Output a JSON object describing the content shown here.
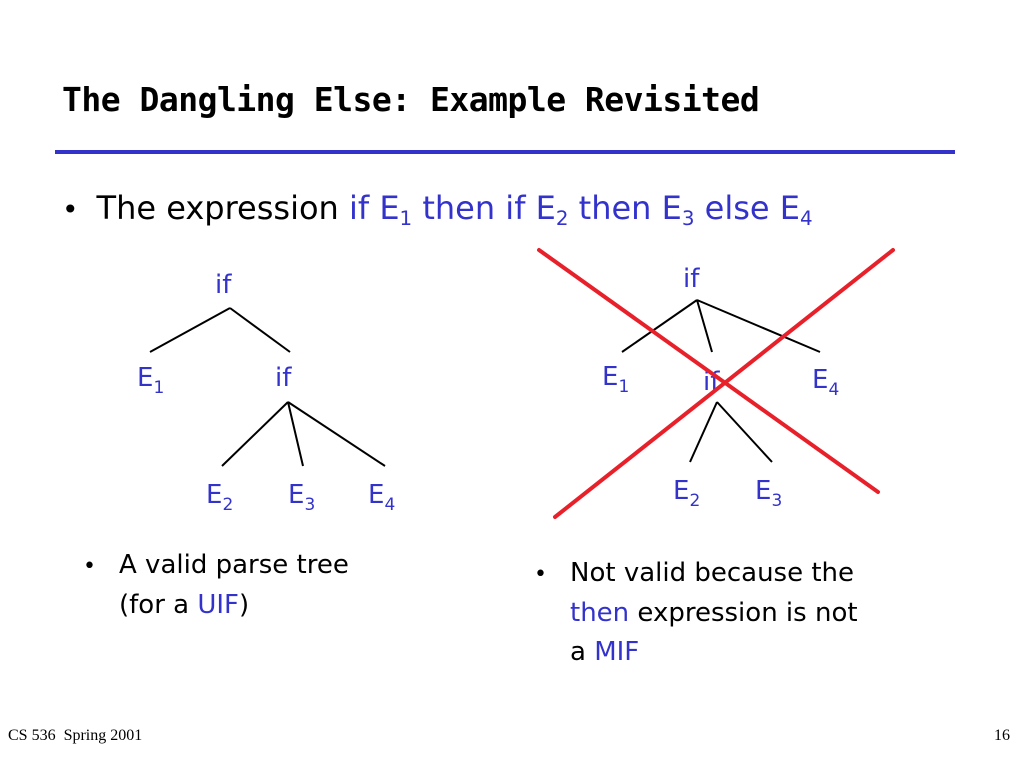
{
  "title": "The Dangling Else: Example Revisited",
  "main_bullet": {
    "lead": "The expression",
    "parts": [
      "if E",
      "1",
      " then if E",
      "2",
      " then E",
      "3",
      " else E",
      "4"
    ]
  },
  "left_tree": {
    "root": "if",
    "e1": "E",
    "e1_sub": "1",
    "inner_if": "if",
    "e2": "E",
    "e2_sub": "2",
    "e3": "E",
    "e3_sub": "3",
    "e4": "E",
    "e4_sub": "4"
  },
  "right_tree": {
    "root": "if",
    "e1": "E",
    "e1_sub": "1",
    "inner_if": "if",
    "e4": "E",
    "e4_sub": "4",
    "e2": "E",
    "e2_sub": "2",
    "e3": "E",
    "e3_sub": "3"
  },
  "left_note": {
    "line1": "A valid parse tree",
    "line2_pre": "(for a ",
    "line2_hl": "UIF",
    "line2_post": ")"
  },
  "right_note": {
    "line1": "Not valid because the",
    "line2_hl": "then",
    "line2_post": " expression is not",
    "line3_pre": "a ",
    "line3_hl": "MIF"
  },
  "footer": {
    "course": "CS 536  Spring 2001",
    "page_number": "16"
  },
  "colors": {
    "accent": "#3333cc",
    "cross": "#e8202a",
    "rule": "#3333cc"
  }
}
